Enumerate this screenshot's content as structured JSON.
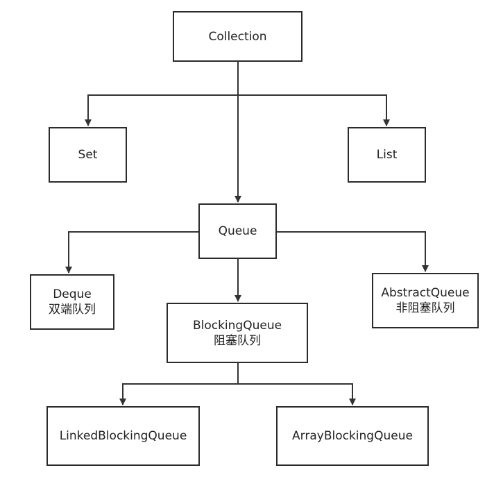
{
  "diagram": {
    "nodes": {
      "collection": {
        "label": "Collection"
      },
      "set": {
        "label": "Set"
      },
      "list": {
        "label": "List"
      },
      "queue": {
        "label": "Queue"
      },
      "deque": {
        "label": "Deque",
        "sublabel": "双端队列"
      },
      "abstract_queue": {
        "label": "AbstractQueue",
        "sublabel": "非阻塞队列"
      },
      "blocking_queue": {
        "label": "BlockingQueue",
        "sublabel": "阻塞队列"
      },
      "linked_blocking_queue": {
        "label": "LinkedBlockingQueue"
      },
      "array_blocking_queue": {
        "label": "ArrayBlockingQueue"
      }
    },
    "edges": [
      {
        "from": "collection",
        "to": "set"
      },
      {
        "from": "collection",
        "to": "list"
      },
      {
        "from": "collection",
        "to": "queue"
      },
      {
        "from": "queue",
        "to": "deque"
      },
      {
        "from": "queue",
        "to": "abstract_queue"
      },
      {
        "from": "queue",
        "to": "blocking_queue"
      },
      {
        "from": "blocking_queue",
        "to": "linked_blocking_queue"
      },
      {
        "from": "blocking_queue",
        "to": "array_blocking_queue"
      }
    ],
    "colors": {
      "line": "#333333",
      "border": "#2b2b2b",
      "text": "#222222"
    }
  }
}
